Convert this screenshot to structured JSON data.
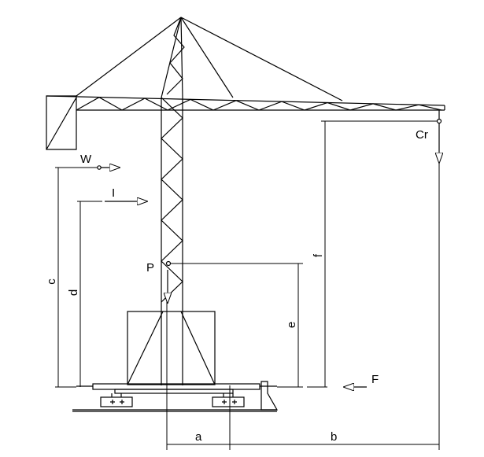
{
  "labels": {
    "wind_force": "W",
    "inertia_force": "I",
    "pivot_point": "P",
    "counter_reaction": "Cr",
    "base_force": "F",
    "dim_a": "a",
    "dim_b": "b",
    "dim_c": "c",
    "dim_d": "d",
    "dim_e": "e",
    "dim_f": "f"
  },
  "colors": {
    "line": "#000000",
    "background": "#ffffff"
  }
}
